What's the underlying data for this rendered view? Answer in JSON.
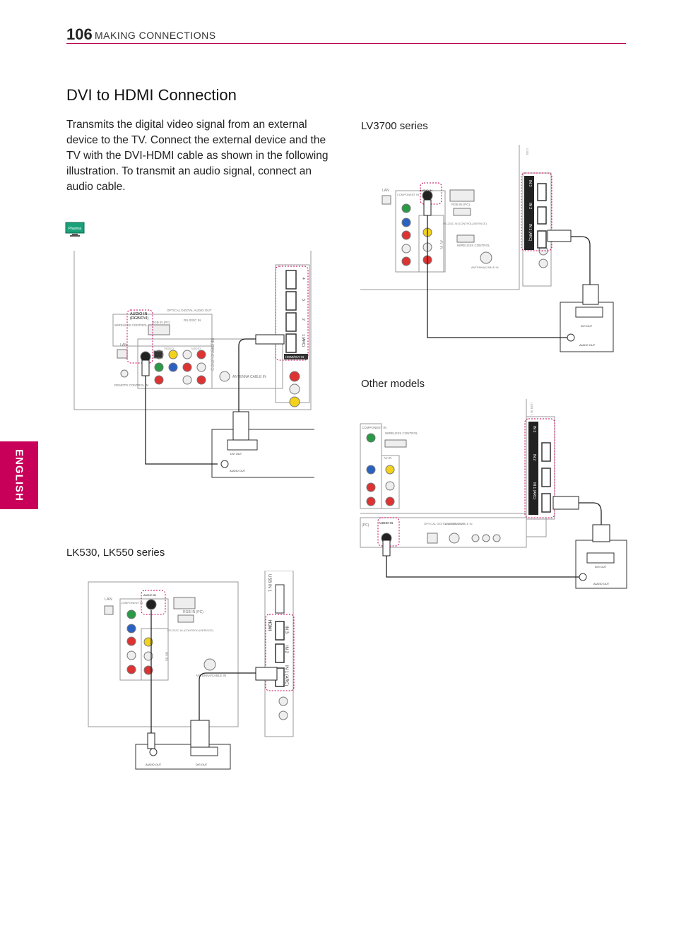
{
  "header": {
    "page_number": "106",
    "section": "MAKING CONNECTIONS"
  },
  "title": "DVI to HDMI Connection",
  "intro": "Transmits the digital video signal from an external device to the TV. Connect the external device and the TV with the DVI-HDMI cable as shown in the following illustration. To transmit an audio signal, connect an audio cable.",
  "side_tab": "ENGLISH",
  "plasma_badge": "Plasma",
  "captions": {
    "lv3700": "LV3700 series",
    "other": "Other models",
    "lk530": "LK530, LK550 series"
  },
  "labels": {
    "audio_in": "AUDIO IN",
    "rgb_dvi": "(RGB/DVI)",
    "rgb_in": "RGB IN (PC)",
    "rs232": "RS-232C IN",
    "rs232_full": "RS-232C IN (CONTROL&SERVICE)",
    "optical": "OPTICAL DIGITAL AUDIO OUT",
    "wireless": "WIRELESS CONTROL",
    "lan": "LAN",
    "antenna": "ANTENNA CABLE IN",
    "antenna_short": "ANTENNA/CABLE IN",
    "remote": "REMOTE CONTROL IN",
    "component": "COMPONENT IN",
    "av_in": "AV IN",
    "video": "VIDEO",
    "audio": "AUDIO",
    "hdmi": "HDMI",
    "hdmi_dvi": "HDMI/DVI IN",
    "in1": "IN 1",
    "in2": "IN 2",
    "in3": "IN 3",
    "in1_arc": "IN 1 (ARC)",
    "n1_arc": "1 (ARC)",
    "n2": "2",
    "n3": "3",
    "n4": "4",
    "usb_in": "USB IN 1",
    "usb": "USB",
    "dvi_out": "DVI OUT",
    "audio_out": "AUDIO OUT",
    "pc": "(PC)"
  }
}
